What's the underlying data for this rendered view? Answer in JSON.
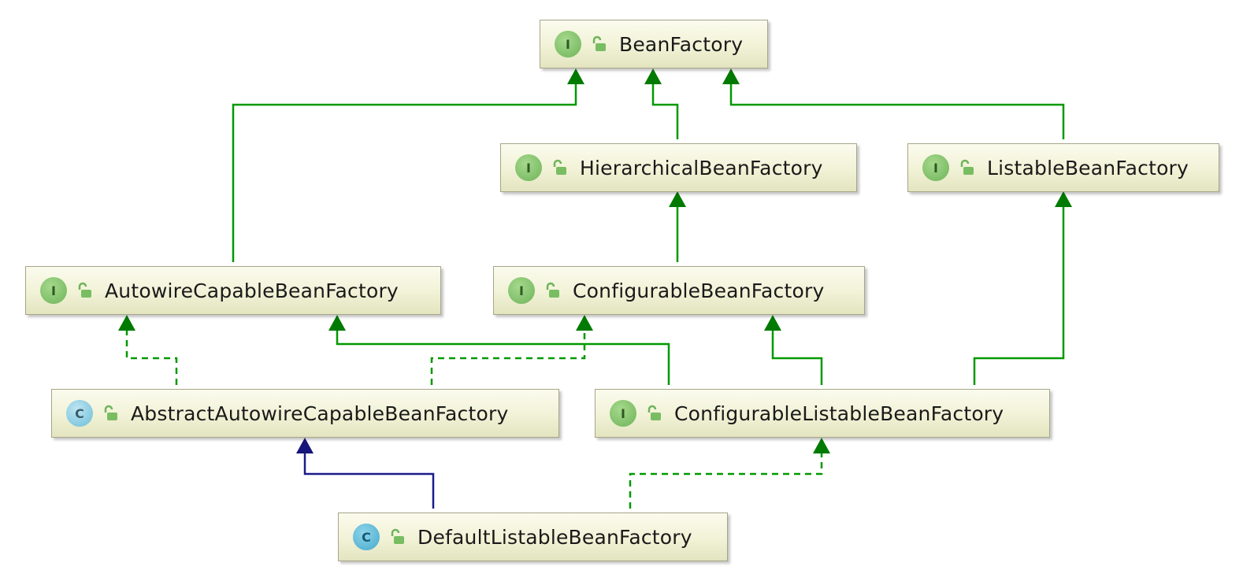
{
  "nodes": [
    {
      "id": "bf",
      "label": "BeanFactory",
      "kind": "interface",
      "kind_letter": "I"
    },
    {
      "id": "hbf",
      "label": "HierarchicalBeanFactory",
      "kind": "interface",
      "kind_letter": "I"
    },
    {
      "id": "lbf",
      "label": "ListableBeanFactory",
      "kind": "interface",
      "kind_letter": "I"
    },
    {
      "id": "acbf",
      "label": "AutowireCapableBeanFactory",
      "kind": "interface",
      "kind_letter": "I"
    },
    {
      "id": "cbf",
      "label": "ConfigurableBeanFactory",
      "kind": "interface",
      "kind_letter": "I"
    },
    {
      "id": "aacbf",
      "label": "AbstractAutowireCapableBeanFactory",
      "kind": "abstract-class",
      "kind_letter": "C"
    },
    {
      "id": "clbf",
      "label": "ConfigurableListableBeanFactory",
      "kind": "interface",
      "kind_letter": "I"
    },
    {
      "id": "dlbf",
      "label": "DefaultListableBeanFactory",
      "kind": "class",
      "kind_letter": "C"
    }
  ],
  "edges": [
    {
      "from": "acbf",
      "to": "bf",
      "relation": "extends-interface"
    },
    {
      "from": "hbf",
      "to": "bf",
      "relation": "extends-interface"
    },
    {
      "from": "lbf",
      "to": "bf",
      "relation": "extends-interface"
    },
    {
      "from": "cbf",
      "to": "hbf",
      "relation": "extends-interface"
    },
    {
      "from": "aacbf",
      "to": "acbf",
      "relation": "implements"
    },
    {
      "from": "aacbf",
      "to": "cbf",
      "relation": "implements"
    },
    {
      "from": "clbf",
      "to": "acbf",
      "relation": "extends-interface"
    },
    {
      "from": "clbf",
      "to": "cbf",
      "relation": "extends-interface"
    },
    {
      "from": "clbf",
      "to": "lbf",
      "relation": "extends-interface"
    },
    {
      "from": "dlbf",
      "to": "aacbf",
      "relation": "extends-class"
    },
    {
      "from": "dlbf",
      "to": "clbf",
      "relation": "implements"
    }
  ],
  "colors": {
    "interface_edge": "#009900",
    "class_edge": "#1a1a8c",
    "arrow_head_green": "#007a00",
    "arrow_head_blue": "#15157a"
  },
  "icons": {
    "kind_badge": "circle-letter-icon",
    "visibility": "open-lock-icon"
  }
}
